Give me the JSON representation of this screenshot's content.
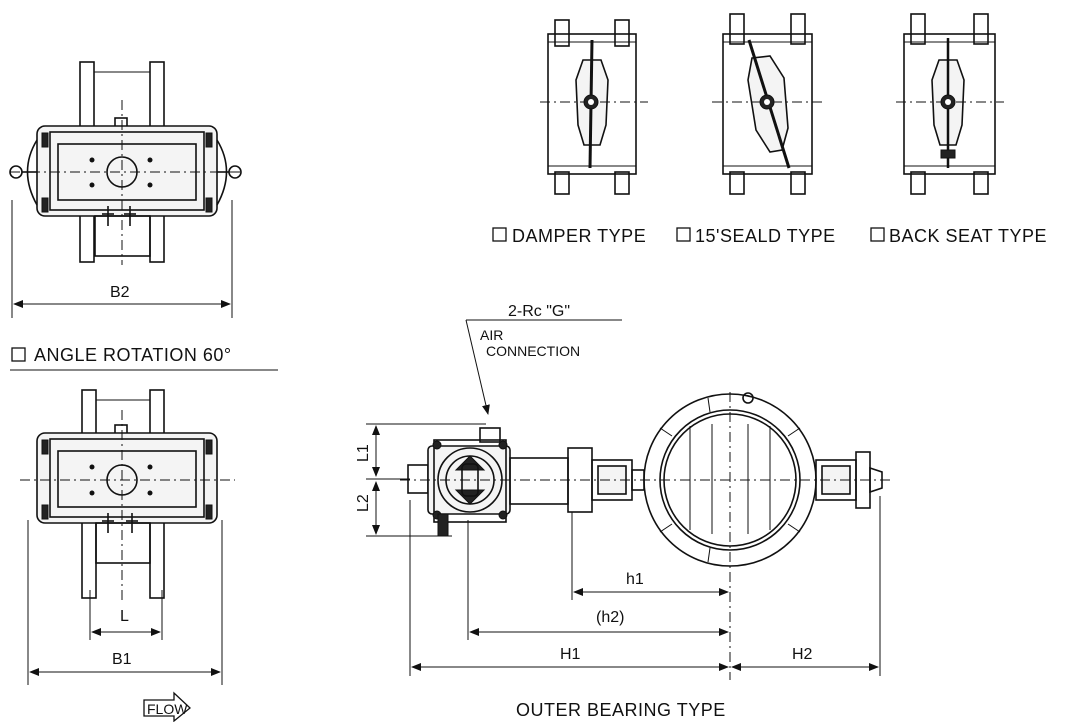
{
  "seat_types": {
    "damper": "DAMPER  TYPE",
    "sealed_15": "15'SEALD  TYPE",
    "back_seat": "BACK  SEAT  TYPE"
  },
  "angle_rotation": "ANGLE  ROTATION  60°",
  "flow_label": "FLOW",
  "air_connection": {
    "port": "2-Rc  \"G\"",
    "label_line1": "AIR",
    "label_line2": "CONNECTION"
  },
  "outer_bearing_caption": "OUTER  BEARING  TYPE",
  "dimensions": {
    "b2": "B2",
    "b1": "B1",
    "l": "L",
    "l1": "L1",
    "l2": "L2",
    "h1_lower": "h1",
    "h2_lower": "(h2)",
    "H1": "H1",
    "H2": "H2"
  }
}
